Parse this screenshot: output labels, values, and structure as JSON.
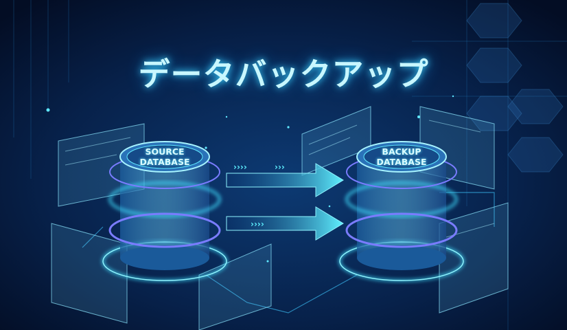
{
  "title": "データバックアップ",
  "source_db": {
    "line1": "SOURCE",
    "line2": "DATABASE"
  },
  "backup_db": {
    "line1": "BACKUP",
    "line2": "DATABASE"
  },
  "colors": {
    "background": "#051634",
    "glow": "#3fe0ff",
    "accent": "#7a7cff"
  }
}
